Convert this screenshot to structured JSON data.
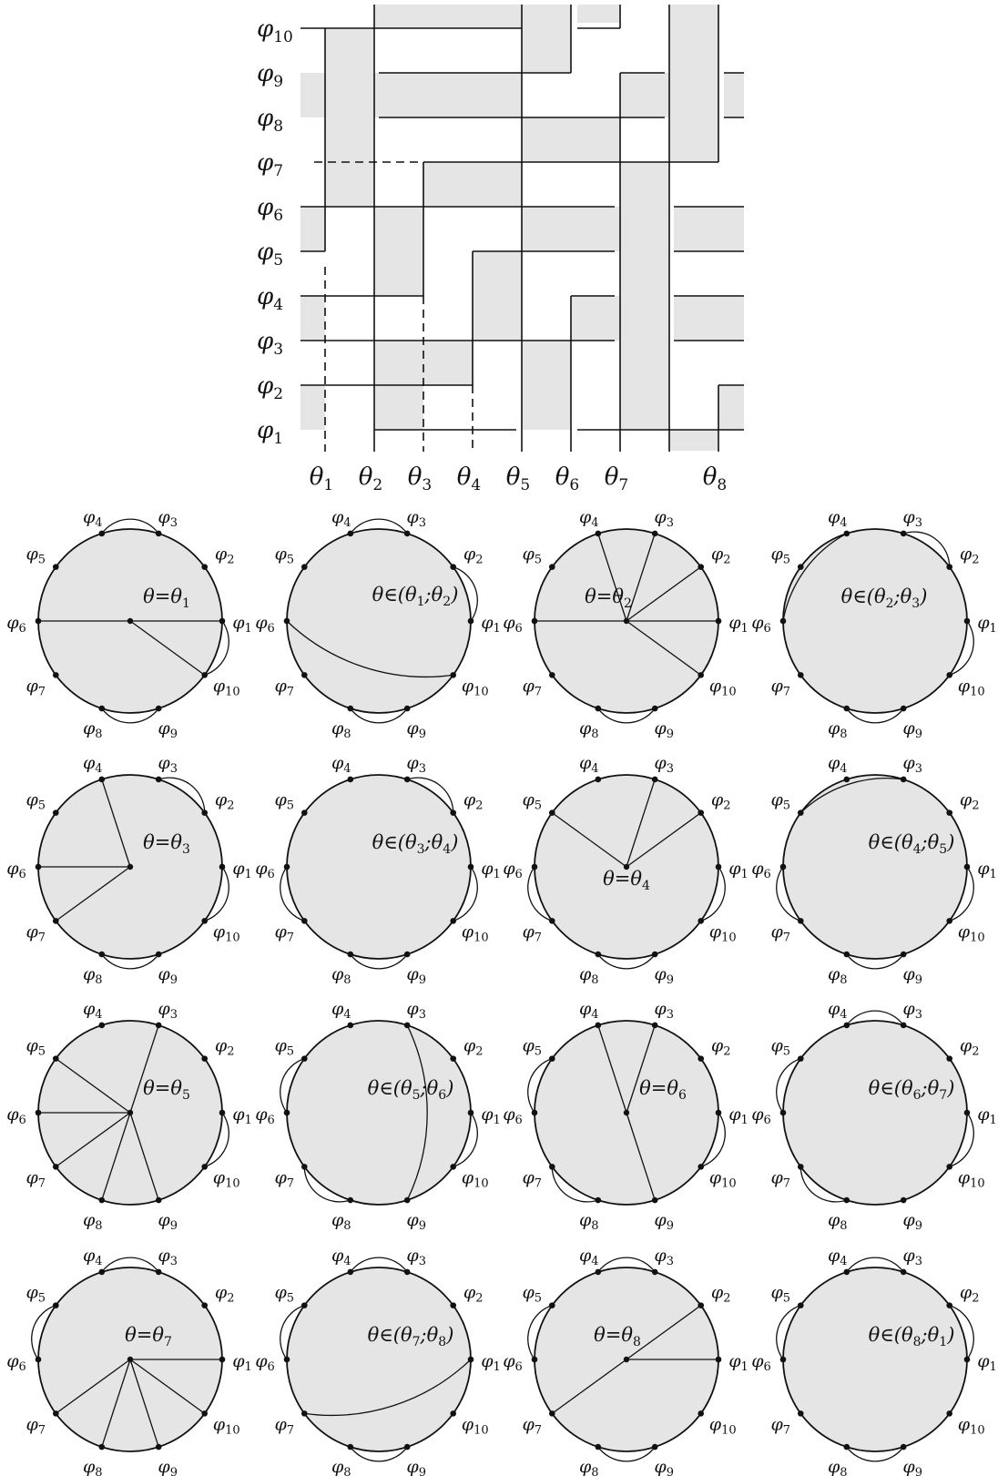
{
  "grid": {
    "phi_labels": [
      "φ1",
      "φ2",
      "φ3",
      "φ4",
      "φ5",
      "φ6",
      "φ7",
      "φ8",
      "φ9",
      "φ10"
    ],
    "theta_labels": [
      "θ1",
      "θ2",
      "θ3",
      "θ4",
      "θ5",
      "θ6",
      "θ7",
      "θ8"
    ]
  },
  "circle_point_labels": [
    "φ1",
    "φ2",
    "φ3",
    "φ4",
    "φ5",
    "φ6",
    "φ7",
    "φ8",
    "φ9",
    "φ10"
  ],
  "circles": [
    {
      "label": "θ=θ1",
      "center_star": [
        1,
        6,
        10
      ],
      "arcs": [
        [
          1,
          10
        ],
        [
          3,
          4
        ],
        [
          8,
          9
        ]
      ],
      "chords": []
    },
    {
      "label": "θ∈(θ1;θ2)",
      "center_star": [],
      "arcs": [
        [
          1,
          2
        ],
        [
          3,
          4
        ],
        [
          8,
          9
        ]
      ],
      "chords": [
        [
          6,
          10
        ]
      ]
    },
    {
      "label": "θ=θ2",
      "center_star": [
        1,
        2,
        3,
        4,
        6,
        10
      ],
      "arcs": [
        [
          8,
          9
        ]
      ],
      "chords": []
    },
    {
      "label": "θ∈(θ2;θ3)",
      "center_star": [],
      "arcs": [
        [
          2,
          3
        ],
        [
          1,
          10
        ],
        [
          8,
          9
        ]
      ],
      "chords": [
        [
          4,
          6
        ]
      ]
    },
    {
      "label": "θ=θ3",
      "center_star": [
        4,
        6,
        7
      ],
      "arcs": [
        [
          2,
          3
        ],
        [
          1,
          10
        ],
        [
          8,
          9
        ]
      ],
      "chords": []
    },
    {
      "label": "θ∈(θ3;θ4)",
      "center_star": [],
      "arcs": [
        [
          2,
          3
        ],
        [
          1,
          10
        ],
        [
          8,
          9
        ],
        [
          6,
          7
        ]
      ],
      "chords": []
    },
    {
      "label": "θ=θ4",
      "center_star": [
        2,
        3,
        5
      ],
      "arcs": [
        [
          1,
          10
        ],
        [
          8,
          9
        ],
        [
          6,
          7
        ]
      ],
      "chords": []
    },
    {
      "label": "θ∈(θ4;θ5)",
      "center_star": [],
      "arcs": [
        [
          1,
          10
        ],
        [
          8,
          9
        ],
        [
          6,
          7
        ]
      ],
      "chords": [
        [
          3,
          5
        ]
      ]
    },
    {
      "label": "θ=θ5",
      "center_star": [
        3,
        5,
        6,
        7,
        8,
        9
      ],
      "arcs": [
        [
          1,
          10
        ]
      ],
      "chords": []
    },
    {
      "label": "θ∈(θ5;θ6)",
      "center_star": [],
      "arcs": [
        [
          5,
          6
        ],
        [
          1,
          10
        ],
        [
          7,
          8
        ]
      ],
      "chords": [
        [
          3,
          9
        ]
      ]
    },
    {
      "label": "θ=θ6",
      "center_star": [
        3,
        4,
        9
      ],
      "arcs": [
        [
          5,
          6
        ],
        [
          1,
          10
        ],
        [
          7,
          8
        ]
      ],
      "chords": []
    },
    {
      "label": "θ∈(θ6;θ7)",
      "center_star": [],
      "arcs": [
        [
          3,
          4
        ],
        [
          5,
          6
        ],
        [
          1,
          10
        ],
        [
          7,
          8
        ]
      ],
      "chords": []
    },
    {
      "label": "θ=θ7",
      "center_star": [
        1,
        7,
        8,
        9,
        10
      ],
      "arcs": [
        [
          3,
          4
        ],
        [
          5,
          6
        ]
      ],
      "chords": []
    },
    {
      "label": "θ∈(θ7;θ8)",
      "center_star": [],
      "arcs": [
        [
          3,
          4
        ],
        [
          5,
          6
        ],
        [
          8,
          9
        ]
      ],
      "chords": [
        [
          1,
          7
        ]
      ]
    },
    {
      "label": "θ=θ8",
      "center_star": [
        1,
        2,
        7
      ],
      "arcs": [
        [
          3,
          4
        ],
        [
          5,
          6
        ],
        [
          8,
          9
        ]
      ],
      "chords": []
    },
    {
      "label": "θ∈(θ8;θ1)",
      "center_star": [],
      "arcs": [
        [
          3,
          4
        ],
        [
          5,
          6
        ],
        [
          8,
          9
        ],
        [
          1,
          2
        ]
      ],
      "chords": []
    }
  ],
  "colors": {
    "fill": "#e5e5e5",
    "stroke": "#111111"
  }
}
